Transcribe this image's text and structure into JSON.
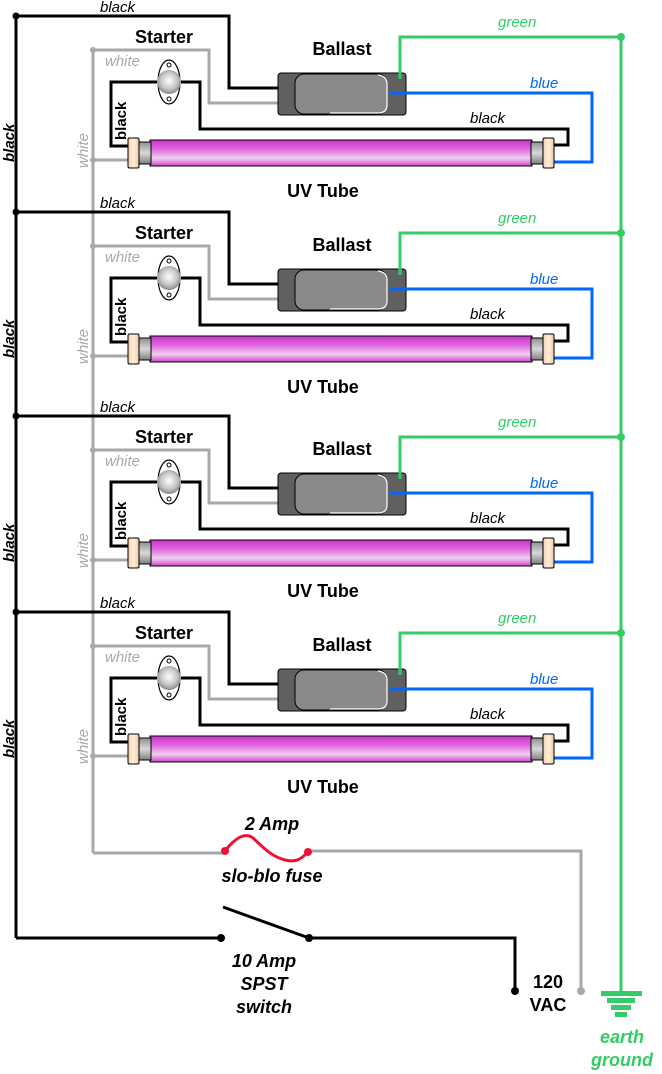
{
  "title": "4-lamp UV tube fixture wiring diagram",
  "colors": {
    "black": "#000000",
    "white_wire": "#a8a8a8",
    "green": "#33cc66",
    "blue": "#0066ff",
    "fuse": "#ee1133",
    "tube": "#dd44dd",
    "ballast_case": "#606060",
    "ballast_core": "#8a8a8a",
    "end_cap": "#f8d8b0"
  },
  "sections": [
    {
      "starter_label": "Starter",
      "ballast_label": "Ballast",
      "tube_label": "UV Tube",
      "wire_black_top": "black",
      "wire_white": "white",
      "wire_black_vertical": "black",
      "wire_black_lower": "black",
      "wire_green": "green",
      "wire_blue": "blue",
      "bus_black": "black",
      "bus_white": "white"
    },
    {
      "starter_label": "Starter",
      "ballast_label": "Ballast",
      "tube_label": "UV Tube",
      "wire_black_top": "black",
      "wire_white": "white",
      "wire_black_vertical": "black",
      "wire_black_lower": "black",
      "wire_green": "green",
      "wire_blue": "blue",
      "bus_black": "black",
      "bus_white": "white"
    },
    {
      "starter_label": "Starter",
      "ballast_label": "Ballast",
      "tube_label": "UV Tube",
      "wire_black_top": "black",
      "wire_white": "white",
      "wire_black_vertical": "black",
      "wire_black_lower": "black",
      "wire_green": "green",
      "wire_blue": "blue",
      "bus_black": "black",
      "bus_white": "white"
    },
    {
      "starter_label": "Starter",
      "ballast_label": "Ballast",
      "tube_label": "UV Tube",
      "wire_black_top": "black",
      "wire_white": "white",
      "wire_black_vertical": "black",
      "wire_black_lower": "black",
      "wire_green": "green",
      "wire_blue": "blue",
      "bus_black": "black",
      "bus_white": "white"
    }
  ],
  "fuse": {
    "rating": "2 Amp",
    "type": "slo-blo fuse"
  },
  "switch": {
    "line1": "10 Amp",
    "line2": "SPST",
    "line3": "switch"
  },
  "supply": {
    "line1": "120",
    "line2": "VAC"
  },
  "ground": {
    "line1": "earth",
    "line2": "ground"
  }
}
